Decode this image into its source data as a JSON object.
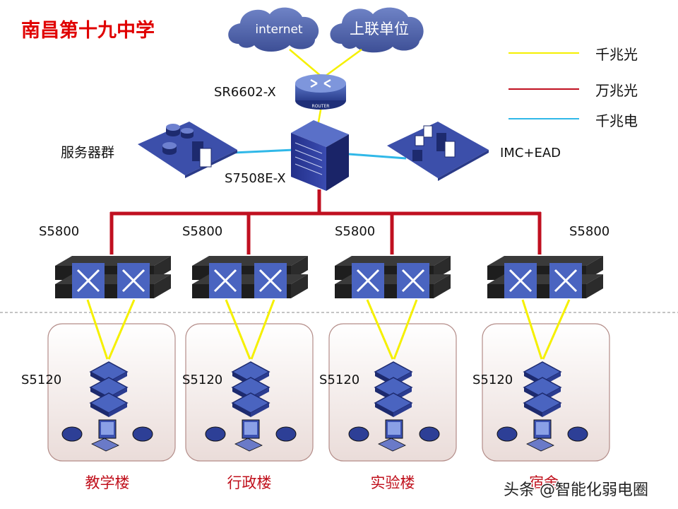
{
  "title": "南昌第十九中学",
  "clouds": {
    "internet": "internet",
    "upstream": "上联单位"
  },
  "legend": {
    "items": [
      {
        "label": "千兆光",
        "color": "#f5f000"
      },
      {
        "label": "万兆光",
        "color": "#c01020"
      },
      {
        "label": "千兆电",
        "color": "#30b8e8"
      }
    ]
  },
  "devices": {
    "router": "SR6602-X",
    "router_badge": "ROUTER",
    "core": "S7508E-X",
    "server_farm": "服务器群",
    "mgmt": "IMC+EAD",
    "aggregation": [
      "S5800",
      "S5800",
      "S5800",
      "S5800"
    ],
    "access": [
      "S5120",
      "S5120",
      "S5120",
      "S5120"
    ]
  },
  "buildings": [
    "教学楼",
    "行政楼",
    "实验楼",
    "宿舍"
  ],
  "watermark": "头条 @智能化弱电圈"
}
